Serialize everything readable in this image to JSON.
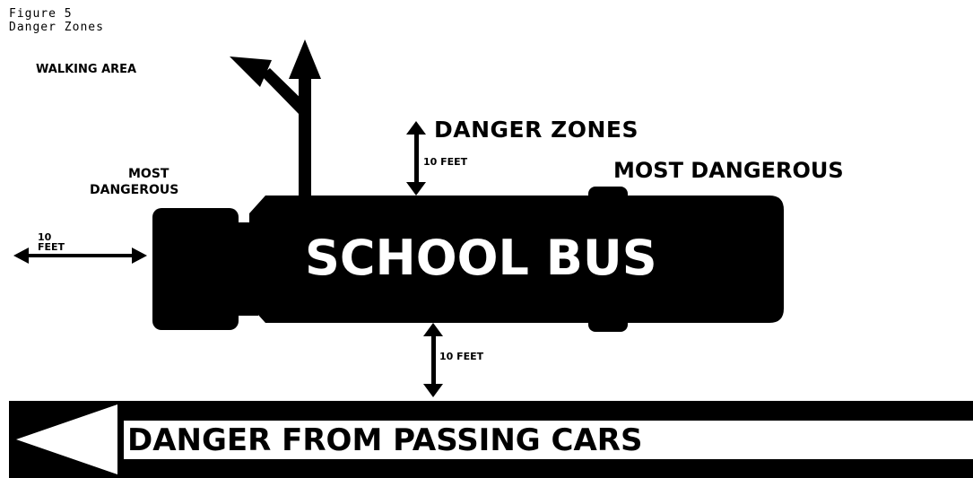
{
  "caption": {
    "figure_number": "Figure 5",
    "figure_title": "Danger Zones"
  },
  "labels": {
    "walking_area": "WALKING AREA",
    "danger_zones": "DANGER ZONES",
    "most_dangerous_front_line1": "MOST",
    "most_dangerous_front_line2": "DANGEROUS",
    "most_dangerous_rear": "MOST DANGEROUS",
    "ten_feet_front_line1": "10",
    "ten_feet_front_line2": "FEET",
    "ten_feet_top": "10 FEET",
    "ten_feet_bottom": "10 FEET",
    "bus": "SCHOOL BUS",
    "passing_cars": "DANGER FROM PASSING CARS"
  },
  "colors": {
    "ink": "#000000",
    "paper": "#ffffff"
  }
}
